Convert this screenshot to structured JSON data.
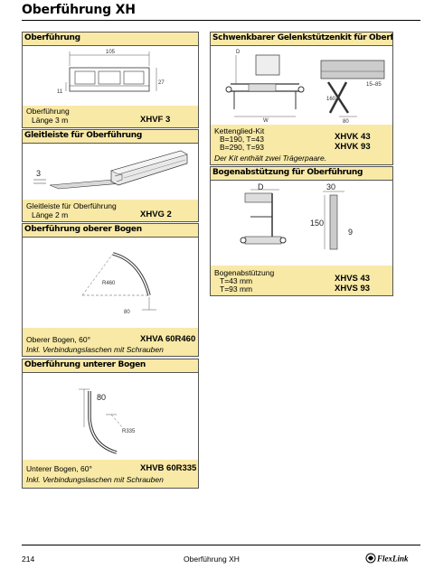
{
  "page_title": "Oberführung XH",
  "panels": {
    "oberfuehrung": {
      "title": "Oberführung",
      "dims": [
        "105",
        "11",
        "27"
      ],
      "desc": [
        "Oberführung",
        "Länge 3 m"
      ],
      "code": "XHVF 3"
    },
    "gleitleiste": {
      "title": "Gleitleiste für Oberführung",
      "dims": [
        "3"
      ],
      "desc": [
        "Gleitleiste für Oberführung",
        "Länge 2 m"
      ],
      "code": "XHVG 2"
    },
    "oberer_bogen": {
      "title": "Oberführung oberer Bogen",
      "dims": [
        "R460",
        "80"
      ],
      "desc": "Oberer Bogen, 60°",
      "code": "XHVA 60R460",
      "note": "Inkl. Verbindungslaschen mit Schrauben"
    },
    "unterer_bogen": {
      "title": "Oberführung unterer Bogen",
      "dims": [
        "80",
        "R335"
      ],
      "desc": "Unterer Bogen, 60°",
      "code": "XHVB 60R335",
      "note": "Inkl. Verbindungslaschen mit Schrauben"
    },
    "gelenkstuetze": {
      "title": "Schwenkbarer Gelenkstützenkit für Oberführung",
      "dims": [
        "D",
        "W",
        "160",
        "80",
        "15–85"
      ],
      "desc": [
        "Kettenglied-Kit",
        "B=190, T=43",
        "B=290, T=93"
      ],
      "codes": [
        "XHVK 43",
        "XHVK 93"
      ],
      "note": "Der Kit enthält zwei Trägerpaare."
    },
    "bogenabstuetzung": {
      "title": "Bogenabstützung für Oberführung",
      "dims": [
        "D",
        "30",
        "150",
        "9"
      ],
      "desc": [
        "Bogenabstützung",
        "T=43 mm",
        "T=93 mm"
      ],
      "codes": [
        "XHVS 43",
        "XHVS 93"
      ]
    }
  },
  "footer": {
    "page_number": "214",
    "center": "Oberführung XH",
    "logo": "FlexLink"
  }
}
